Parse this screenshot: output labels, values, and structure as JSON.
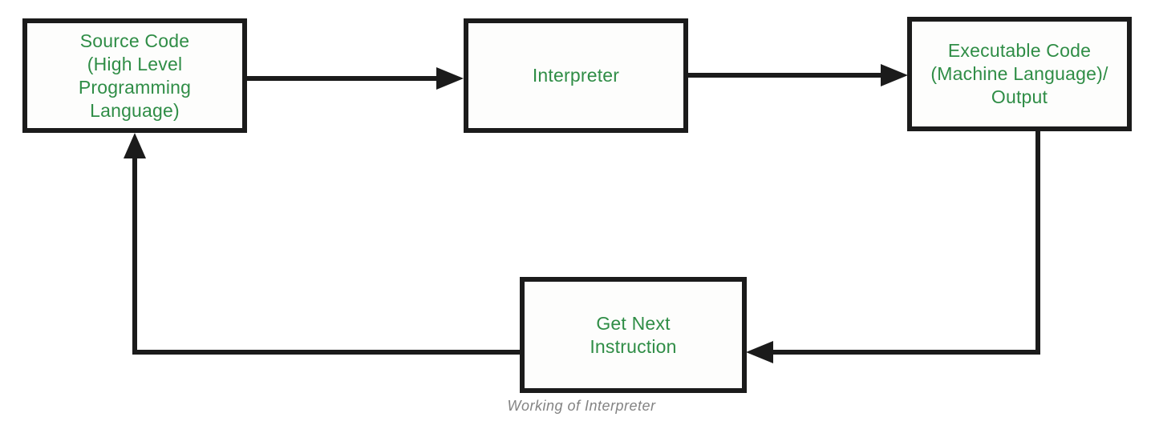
{
  "diagram": {
    "caption": "Working of Interpreter",
    "nodes": [
      {
        "id": "source-code",
        "label": "Source Code\n(High Level\nProgramming\nLanguage)"
      },
      {
        "id": "interpreter",
        "label": "Interpreter"
      },
      {
        "id": "executable-code",
        "label": "Executable Code\n(Machine Language)/\nOutput"
      },
      {
        "id": "get-next-instruction",
        "label": "Get Next\nInstruction"
      }
    ],
    "edges": [
      {
        "from": "source-code",
        "to": "interpreter"
      },
      {
        "from": "interpreter",
        "to": "executable-code"
      },
      {
        "from": "executable-code",
        "to": "get-next-instruction"
      },
      {
        "from": "get-next-instruction",
        "to": "source-code"
      }
    ],
    "colors": {
      "node_text": "#2f8d46",
      "node_border": "#1b1b1b",
      "arrow": "#1b1b1b",
      "caption": "#838383",
      "background": "#ffffff"
    }
  }
}
